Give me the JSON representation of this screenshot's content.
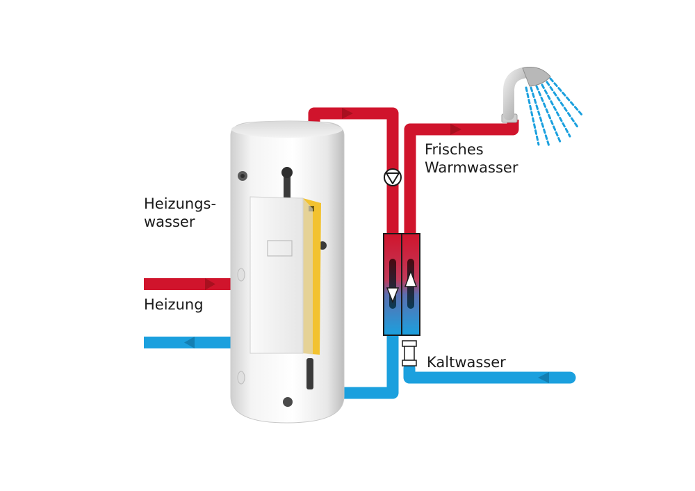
{
  "labels": {
    "heating_water_line1": "Heizungs-",
    "heating_water_line2": "wasser",
    "heating": "Heizung",
    "fresh_warm_line1": "Frisches",
    "fresh_warm_line2": "Warmwasser",
    "cold_water": "Kaltwasser"
  },
  "colors": {
    "hot_pipe": "#d0142c",
    "cold_pipe": "#1ba0de",
    "tank_body": "#f2f2f2",
    "control_panel_accent": "#f2c230",
    "shower_spray": "#1ba0de"
  }
}
